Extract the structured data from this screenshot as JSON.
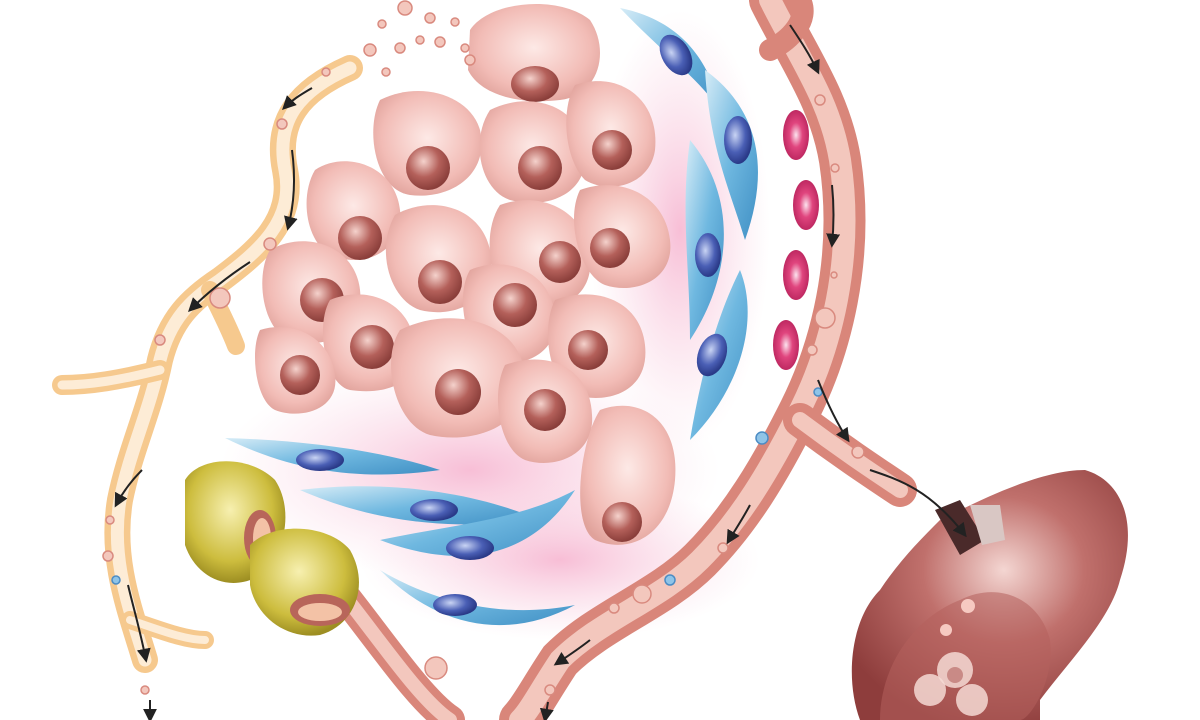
{
  "figure": {
    "background": "#ffffff",
    "colors": {
      "tumor_cell": "#f2bcb6",
      "tumor_nucleus": "#a8504a",
      "fibroblast": "#6fb8e0",
      "fibroblast_nucleus": "#3a4fa8",
      "stroma_pink": "#f4b6cf",
      "blood_vessel": "#d9867a",
      "vessel_lumen": "#f4c9bf",
      "lymphatic_vessel": "#f6c98e",
      "lymph_lumen": "#fdecd6",
      "red_cell": "#e0457e",
      "macrophage": "#c9b93a",
      "liver": "#b85a58",
      "arrow": "#222222"
    },
    "components": [
      "tumor-cell-cluster",
      "cancer-associated-fibroblasts",
      "blood-vessel",
      "lymphatic-vessel",
      "macrophages",
      "red-blood-cells",
      "distant-organ"
    ]
  }
}
